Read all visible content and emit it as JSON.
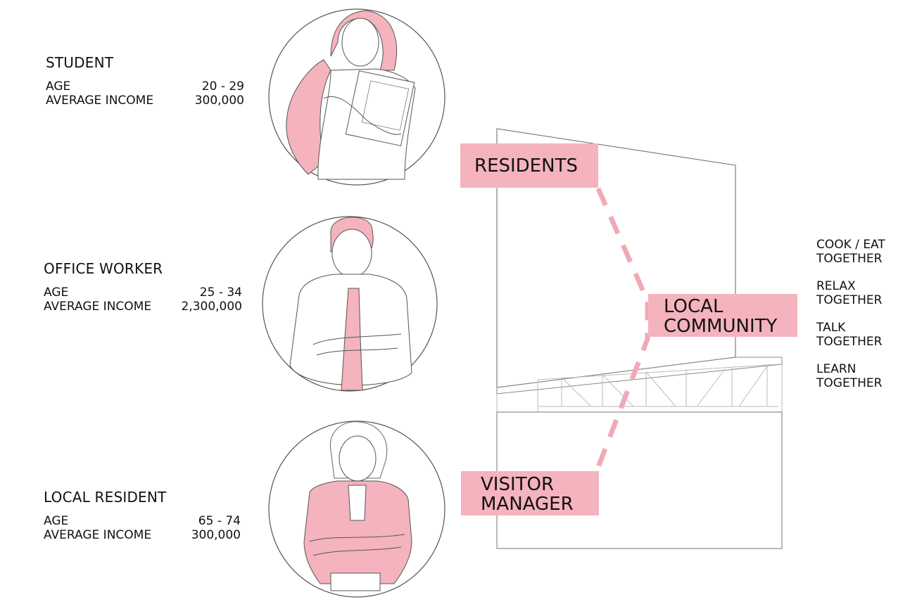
{
  "personas": [
    {
      "title": "STUDENT",
      "age_label": "AGE",
      "age": "20 - 29",
      "income_label": "AVERAGE INCOME",
      "income": "300,000"
    },
    {
      "title": "OFFICE WORKER",
      "age_label": "AGE",
      "age": "25 - 34",
      "income_label": "AVERAGE INCOME",
      "income": "2,300,000"
    },
    {
      "title": "LOCAL RESIDENT",
      "age_label": "AGE",
      "age": "65 - 74",
      "income_label": "AVERAGE INCOME",
      "income": "300,000"
    }
  ],
  "labels": {
    "residents": "RESIDENTS",
    "local_community_1": "LOCAL",
    "local_community_2": "COMMUNITY",
    "visitor_manager_1": "VISITOR",
    "visitor_manager_2": "MANAGER"
  },
  "activities": [
    {
      "line1": "COOK / EAT",
      "line2": "TOGETHER"
    },
    {
      "line1": "RELAX",
      "line2": "TOGETHER"
    },
    {
      "line1": "TALK",
      "line2": "TOGETHER"
    },
    {
      "line1": "LEARN",
      "line2": "TOGETHER"
    }
  ],
  "colors": {
    "accent": "#f4b3bd",
    "line": "#f0aab6",
    "stroke": "#555555"
  }
}
